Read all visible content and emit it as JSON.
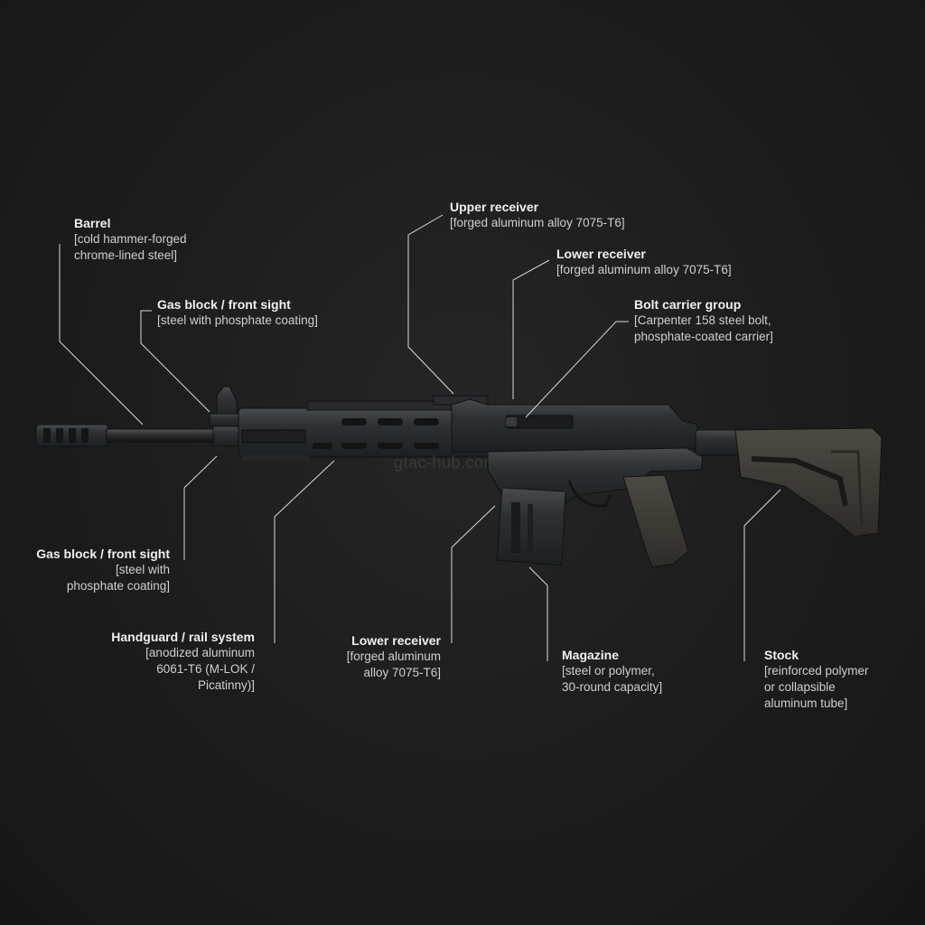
{
  "watermark": "gtac-hub.com",
  "labels": {
    "barrel": {
      "name": "Barrel",
      "desc": "[cold hammer-forged\nchrome-lined steel]"
    },
    "gas_block_top": {
      "name": "Gas block / front sight",
      "desc": "[steel with phosphate coating]"
    },
    "upper_receiver": {
      "name": "Upper receiver",
      "desc": "[forged aluminum alloy 7075-T6]"
    },
    "lower_receiver_top": {
      "name": "Lower receiver",
      "desc": "[forged aluminum alloy 7075-T6]"
    },
    "bolt_carrier": {
      "name": "Bolt carrier group",
      "desc": "[Carpenter 158 steel bolt,\nphosphate-coated carrier]"
    },
    "gas_block_bottom": {
      "name": "Gas block / front sight",
      "desc": "[steel with\nphosphate coating]"
    },
    "handguard": {
      "name": "Handguard / rail system",
      "desc": "[anodized aluminum\n6061-T6 (M-LOK /\nPicatinny)]"
    },
    "lower_receiver_bottom": {
      "name": "Lower receiver",
      "desc": "[forged aluminum\nalloy 7075-T6]"
    },
    "magazine": {
      "name": "Magazine",
      "desc": "[steel or polymer,\n30-round capacity]"
    },
    "stock": {
      "name": "Stock",
      "desc": "[reinforced polymer\nor collapsible\naluminum tube]"
    }
  },
  "colors": {
    "background": "#1c1c1c",
    "leader_line": "#d8d8d8",
    "metal": "#2b2c2e",
    "polymer": "#3f3d38"
  }
}
